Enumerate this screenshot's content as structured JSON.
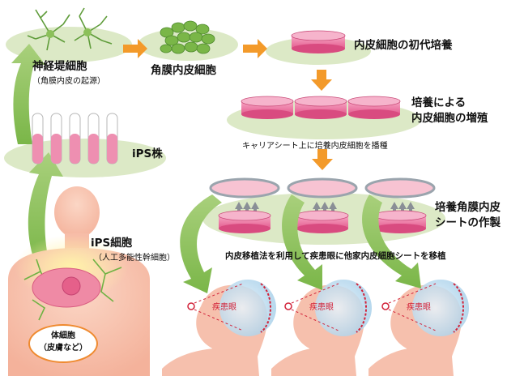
{
  "labels": {
    "neural_crest": "神経堤細胞",
    "neural_crest_sub": "（角膜内皮の起源）",
    "corneal_endothelial": "角膜内皮細胞",
    "primary_culture": "内皮細胞の初代培養",
    "expansion_line1": "培養による",
    "expansion_line2": "内皮細胞の増殖",
    "ips_line": "iPS株",
    "carrier_seeding": "キャリアシート上に培養内皮細胞を播種",
    "sheet_line1": "培養角膜内皮",
    "sheet_line2": "シートの作製",
    "transplant": "内皮移植法を利用して疾患眼に他家内皮細胞シートを移植",
    "ips_cells": "iPS細胞",
    "ips_cells_sub": "（人工多能性幹細胞）",
    "somatic_line1": "体細胞",
    "somatic_line2": "（皮膚など）",
    "diseased_eye": "疾患眼"
  },
  "colors": {
    "pale_green": "#dce9c6",
    "leaf_green": "#7ab648",
    "dish_pink": "#ec6f9c",
    "arrow_orange": "#f39a2a",
    "skin": "#f9c7b3",
    "cell_red": "#d2233a"
  }
}
